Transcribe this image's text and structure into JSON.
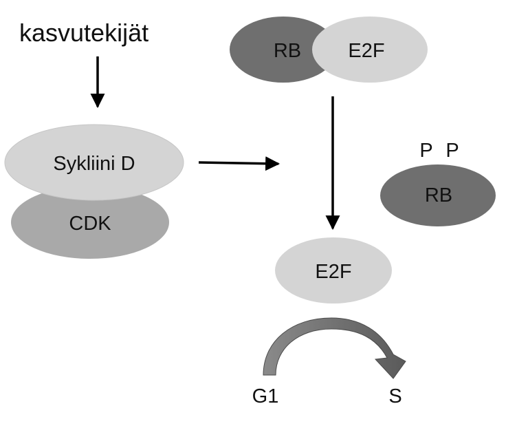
{
  "growth_factors": {
    "label": "kasvutekijät"
  },
  "complex_rb_e2f": {
    "rb_label": "RB",
    "e2f_label": "E2F"
  },
  "cyclin_cdk": {
    "cyclin_label": "Sykliini D",
    "cdk_label": "CDK"
  },
  "phospho_rb": {
    "rb_label": "RB",
    "phosphate_1": "P",
    "phosphate_2": "P"
  },
  "free_e2f": {
    "label": "E2F"
  },
  "cell_cycle": {
    "from_phase": "G1",
    "to_phase": "S"
  },
  "colors": {
    "dark_gray": "#6f6f6f",
    "medium_gray": "#a9a9a9",
    "light_gray": "#d4d4d4",
    "arrow": "#000000",
    "curved_arrow": "#6e6e6e"
  }
}
